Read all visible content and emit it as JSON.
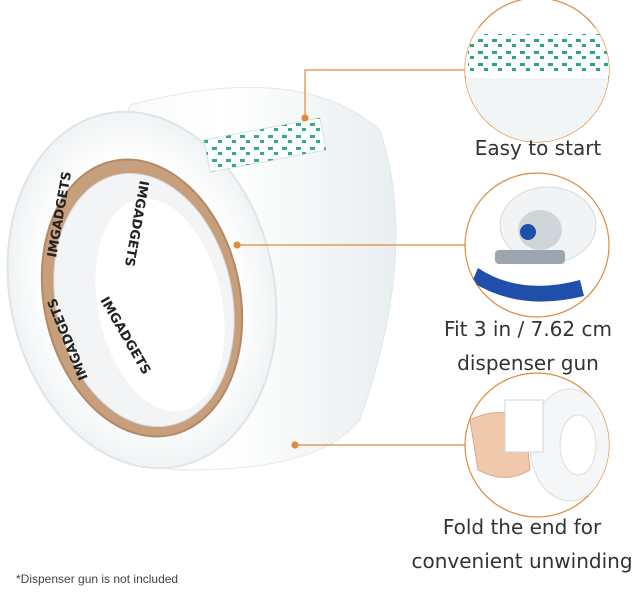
{
  "features": [
    {
      "label": "Easy to start",
      "icon": "tape-start-tab-photo"
    },
    {
      "label_line1": "Fit 3 in / 7.62 cm",
      "label_line2": "dispenser gun",
      "icon": "tape-dispenser-gun-photo"
    },
    {
      "label_line1": "Fold the end for",
      "label_line2": "convenient unwinding",
      "icon": "hand-folding-tape-photo"
    }
  ],
  "brand_print": "IMGADGETS",
  "footnote": "*Dispenser gun is not included",
  "colors": {
    "accent": "#e08a3c",
    "start_tab": "#2aa58a",
    "dispenser_blue": "#1f4fa8",
    "core": "#c79f7c"
  }
}
